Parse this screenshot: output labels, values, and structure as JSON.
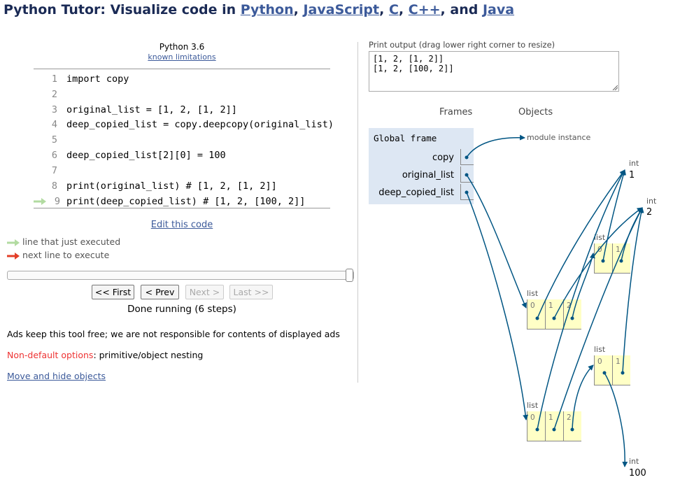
{
  "header": {
    "title_prefix": "Python Tutor: Visualize code in ",
    "languages": [
      "Python",
      "JavaScript",
      "C",
      "C++",
      "Java"
    ],
    "sep": ", ",
    "and": ", and "
  },
  "editor": {
    "language_label": "Python 3.6",
    "known_limitations": "known limitations",
    "lines": [
      {
        "no": "1",
        "text": "import copy"
      },
      {
        "no": "2",
        "text": ""
      },
      {
        "no": "3",
        "text": "original_list = [1, 2, [1, 2]]"
      },
      {
        "no": "4",
        "text": "deep_copied_list = copy.deepcopy(original_list)"
      },
      {
        "no": "5",
        "text": ""
      },
      {
        "no": "6",
        "text": "deep_copied_list[2][0] = 100"
      },
      {
        "no": "7",
        "text": ""
      },
      {
        "no": "8",
        "text": "print(original_list) # [1, 2, [1, 2]]"
      },
      {
        "no": "9",
        "text": "print(deep_copied_list) # [1, 2, [100, 2]]"
      }
    ],
    "edit_link": "Edit this code"
  },
  "legend": {
    "just_executed": "line that just executed",
    "next_line": "next line to execute"
  },
  "controls": {
    "first": "<< First",
    "prev": "< Prev",
    "next": "Next >",
    "last": "Last >>",
    "status": "Done running (6 steps)",
    "progress": 1.0
  },
  "footer": {
    "ads": "Ads keep this tool free; we are not responsible for contents of displayed ads",
    "nondefault_label": "Non-default options",
    "nondefault_value": ": primitive/object nesting",
    "move_hide": "Move and hide objects"
  },
  "output": {
    "header": "Print output (drag lower right corner to resize)",
    "lines": [
      "[1, 2, [1, 2]]",
      "[1, 2, [100, 2]]"
    ]
  },
  "visualization": {
    "frames_header": "Frames",
    "objects_header": "Objects",
    "global_frame": "Global frame",
    "variables": [
      "copy",
      "original_list",
      "deep_copied_list"
    ],
    "module_instance": "module instance",
    "list_label": "list",
    "int_label": "int",
    "ints": [
      "1",
      "2",
      "100"
    ],
    "indices": [
      "0",
      "1",
      "2"
    ]
  },
  "colors": {
    "title": "#1a2a55",
    "link": "#3c5a9a",
    "arrow": "#005583",
    "frame_bg": "#dde7f3",
    "list_bg": "#ffffc6",
    "green_arrow": "#b2dba1",
    "red_arrow": "#e33e27"
  }
}
